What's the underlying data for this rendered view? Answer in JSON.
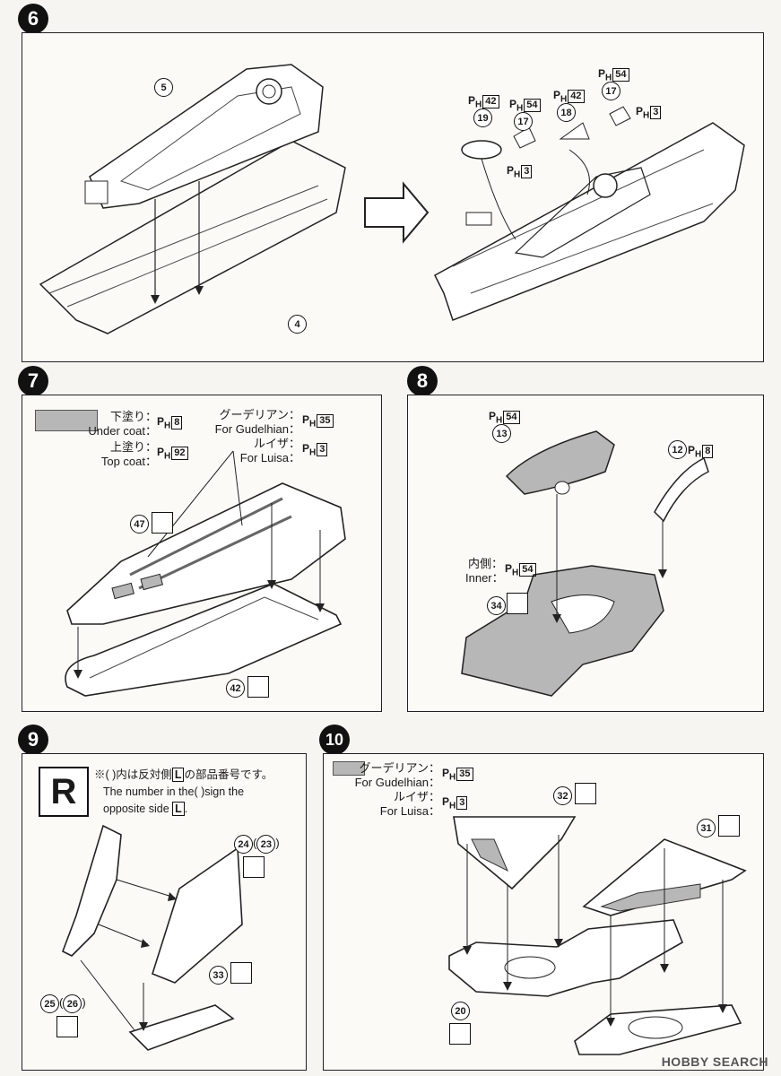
{
  "step6": {
    "number": "6",
    "parts": {
      "p5": "5",
      "p4": "4",
      "p19": "19",
      "p17a": "17",
      "p18": "18",
      "p17b": "17"
    },
    "paints": {
      "p19": "42",
      "p17a_top": "54",
      "p17a_bottom": "3",
      "p18": "42",
      "p17b_top": "54",
      "p17b_right": "3"
    },
    "arrow_icon": "big-right-arrow"
  },
  "step7": {
    "number": "7",
    "legend": {
      "under_ja": "下塗り：",
      "under_en": "Under coat：",
      "under_paint": "8",
      "top_ja": "上塗り：",
      "top_en": "Top coat：",
      "top_paint": "92",
      "gud_ja": "グーデリアン：",
      "gud_en": "For Gudelhian：",
      "gud_paint": "35",
      "luisa_ja": "ルイザ：",
      "luisa_en": "For Luisa：",
      "luisa_paint": "3"
    },
    "parts": {
      "p47": "47",
      "p42": "42"
    },
    "swatch_color": "#b7b7b7"
  },
  "step8": {
    "number": "8",
    "parts": {
      "p13": "13",
      "p12": "12",
      "p34": "34"
    },
    "paints": {
      "p13": "54",
      "p12": "8",
      "inner": "54"
    },
    "inner_ja": "内側：",
    "inner_en": "Inner："
  },
  "step9": {
    "number": "9",
    "r_label": "R",
    "note_ja_pre": "※(  )内は反対側",
    "note_ja_post": "の部品番号です。",
    "note_en1": "The number in the(  )sign the",
    "note_en2": "opposite side",
    "l_label": "L",
    "parts": {
      "p24": "24",
      "p23": "23",
      "p25": "25",
      "p26": "26",
      "p33": "33"
    }
  },
  "step10": {
    "number": "10",
    "legend": {
      "gud_ja": "グーデリアン：",
      "gud_en": "For Gudelhian：",
      "gud_paint": "35",
      "luisa_ja": "ルイザ：",
      "luisa_en": "For Luisa：",
      "luisa_paint": "3"
    },
    "parts": {
      "p32": "32",
      "p31": "31",
      "p20": "20"
    }
  },
  "paint_prefix": "P",
  "paint_sub": "H",
  "watermark": "HOBBY SEARCH"
}
